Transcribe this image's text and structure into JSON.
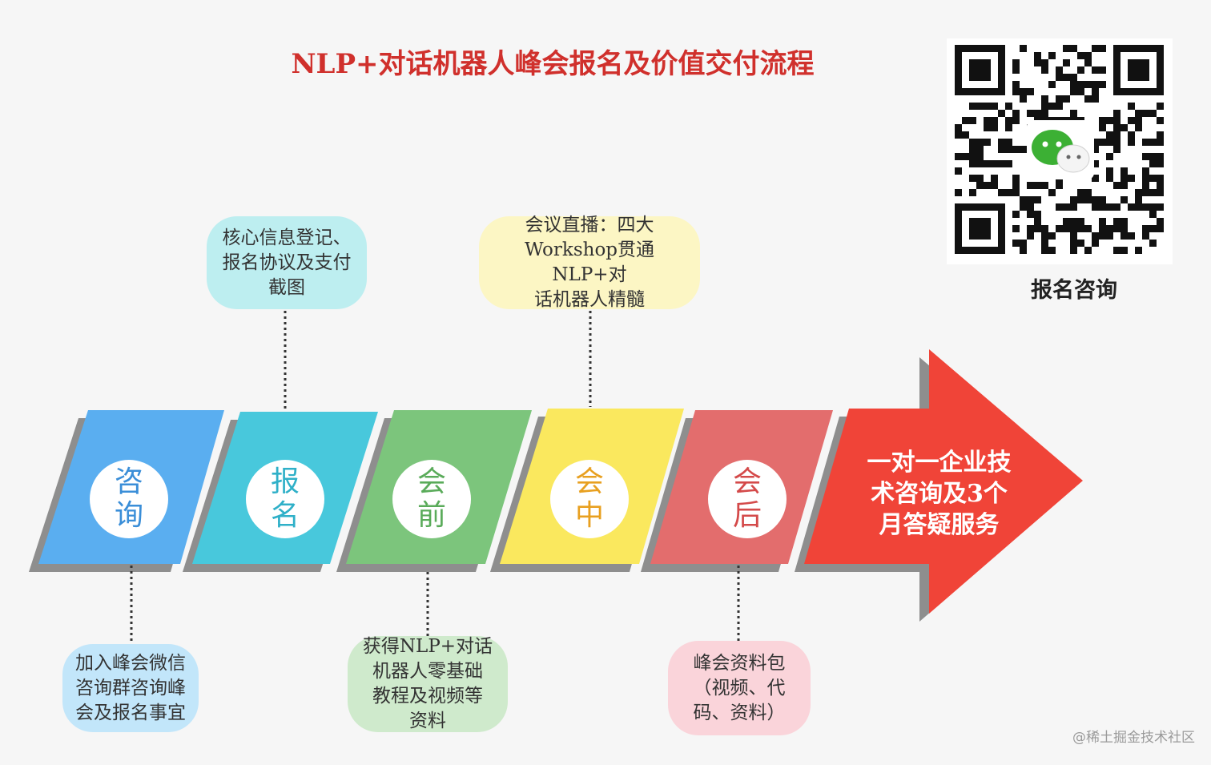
{
  "title": "NLP+对话机器人峰会报名及价值交付流程",
  "qr": {
    "label": "报名咨询"
  },
  "stages": [
    {
      "name": "咨\n询",
      "color": "#5aaef0",
      "text_color": "#3a8ed8"
    },
    {
      "name": "报\n名",
      "color": "#48c8dc",
      "text_color": "#2fb0c8"
    },
    {
      "name": "会\n前",
      "color": "#7cc57c",
      "text_color": "#5aab5a"
    },
    {
      "name": "会\n中",
      "color": "#fae85e",
      "text_color": "#e8a020"
    },
    {
      "name": "会\n后",
      "color": "#e36d6d",
      "text_color": "#d44a4a"
    }
  ],
  "final_arrow": {
    "text": "一对一企业技\n术咨询及3个\n月答疑服务",
    "color": "#f04438"
  },
  "callouts_top": [
    {
      "text": "核心信息登记、\n报名协议及支付\n截图",
      "color": "#bdeef0"
    },
    {
      "text": "会议直播：四大\nWorkshop贯通NLP+对\n话机器人精髓",
      "color": "#fcf6c4"
    }
  ],
  "callouts_bottom": [
    {
      "text": "加入峰会微信\n咨询群咨询峰\n会及报名事宜",
      "color": "#c2e6fa"
    },
    {
      "text": "获得NLP+对话\n机器人零基础\n教程及视频等\n资料",
      "color": "#cfeacc"
    },
    {
      "text": "峰会资料包\n（视频、代\n码、资料）",
      "color": "#fad4da"
    }
  ],
  "watermark": "@稀土掘金技术社区"
}
